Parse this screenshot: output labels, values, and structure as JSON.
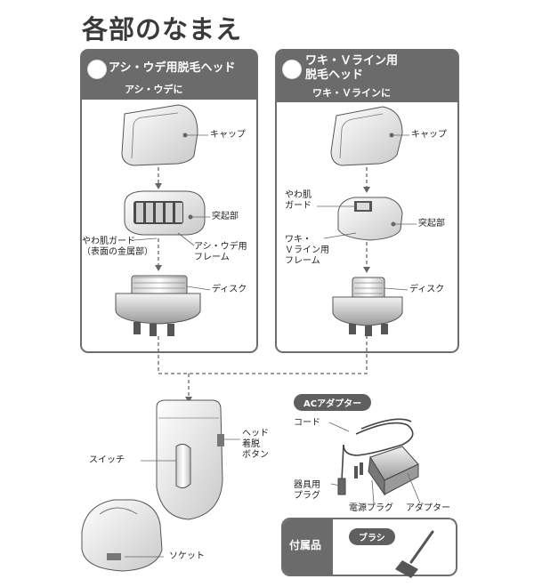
{
  "title": "各部のなまえ",
  "left_head": {
    "name": "アシ・ウデ用脱毛ヘッド",
    "sub": "アシ・ウデに",
    "labels": {
      "cap": "キャップ",
      "protrusion": "突起部",
      "guard": "やわ肌ガード\n（表面の金属部）",
      "frame": "アシ・ウデ用\nフレーム",
      "disk": "ディスク"
    }
  },
  "right_head": {
    "name": "ワキ・Ｖライン用\n脱毛ヘッド",
    "sub": "ワキ・Ｖラインに",
    "labels": {
      "cap": "キャップ",
      "guard": "やわ肌\nガード",
      "protrusion": "突起部",
      "frame": "ワキ・\nＶライン用\nフレーム",
      "disk": "ディスク"
    }
  },
  "body_labels": {
    "switch": "スイッチ",
    "release_button": "ヘッド\n着脱\nボタン",
    "socket": "ソケット"
  },
  "adapter": {
    "pill": "ACアダプター",
    "cord": "コード",
    "appliance_plug": "器具用\nプラグ",
    "power_plug": "電源プラグ",
    "adapter": "アダプター"
  },
  "accessories": {
    "title": "付属品",
    "brush": "ブラシ"
  }
}
